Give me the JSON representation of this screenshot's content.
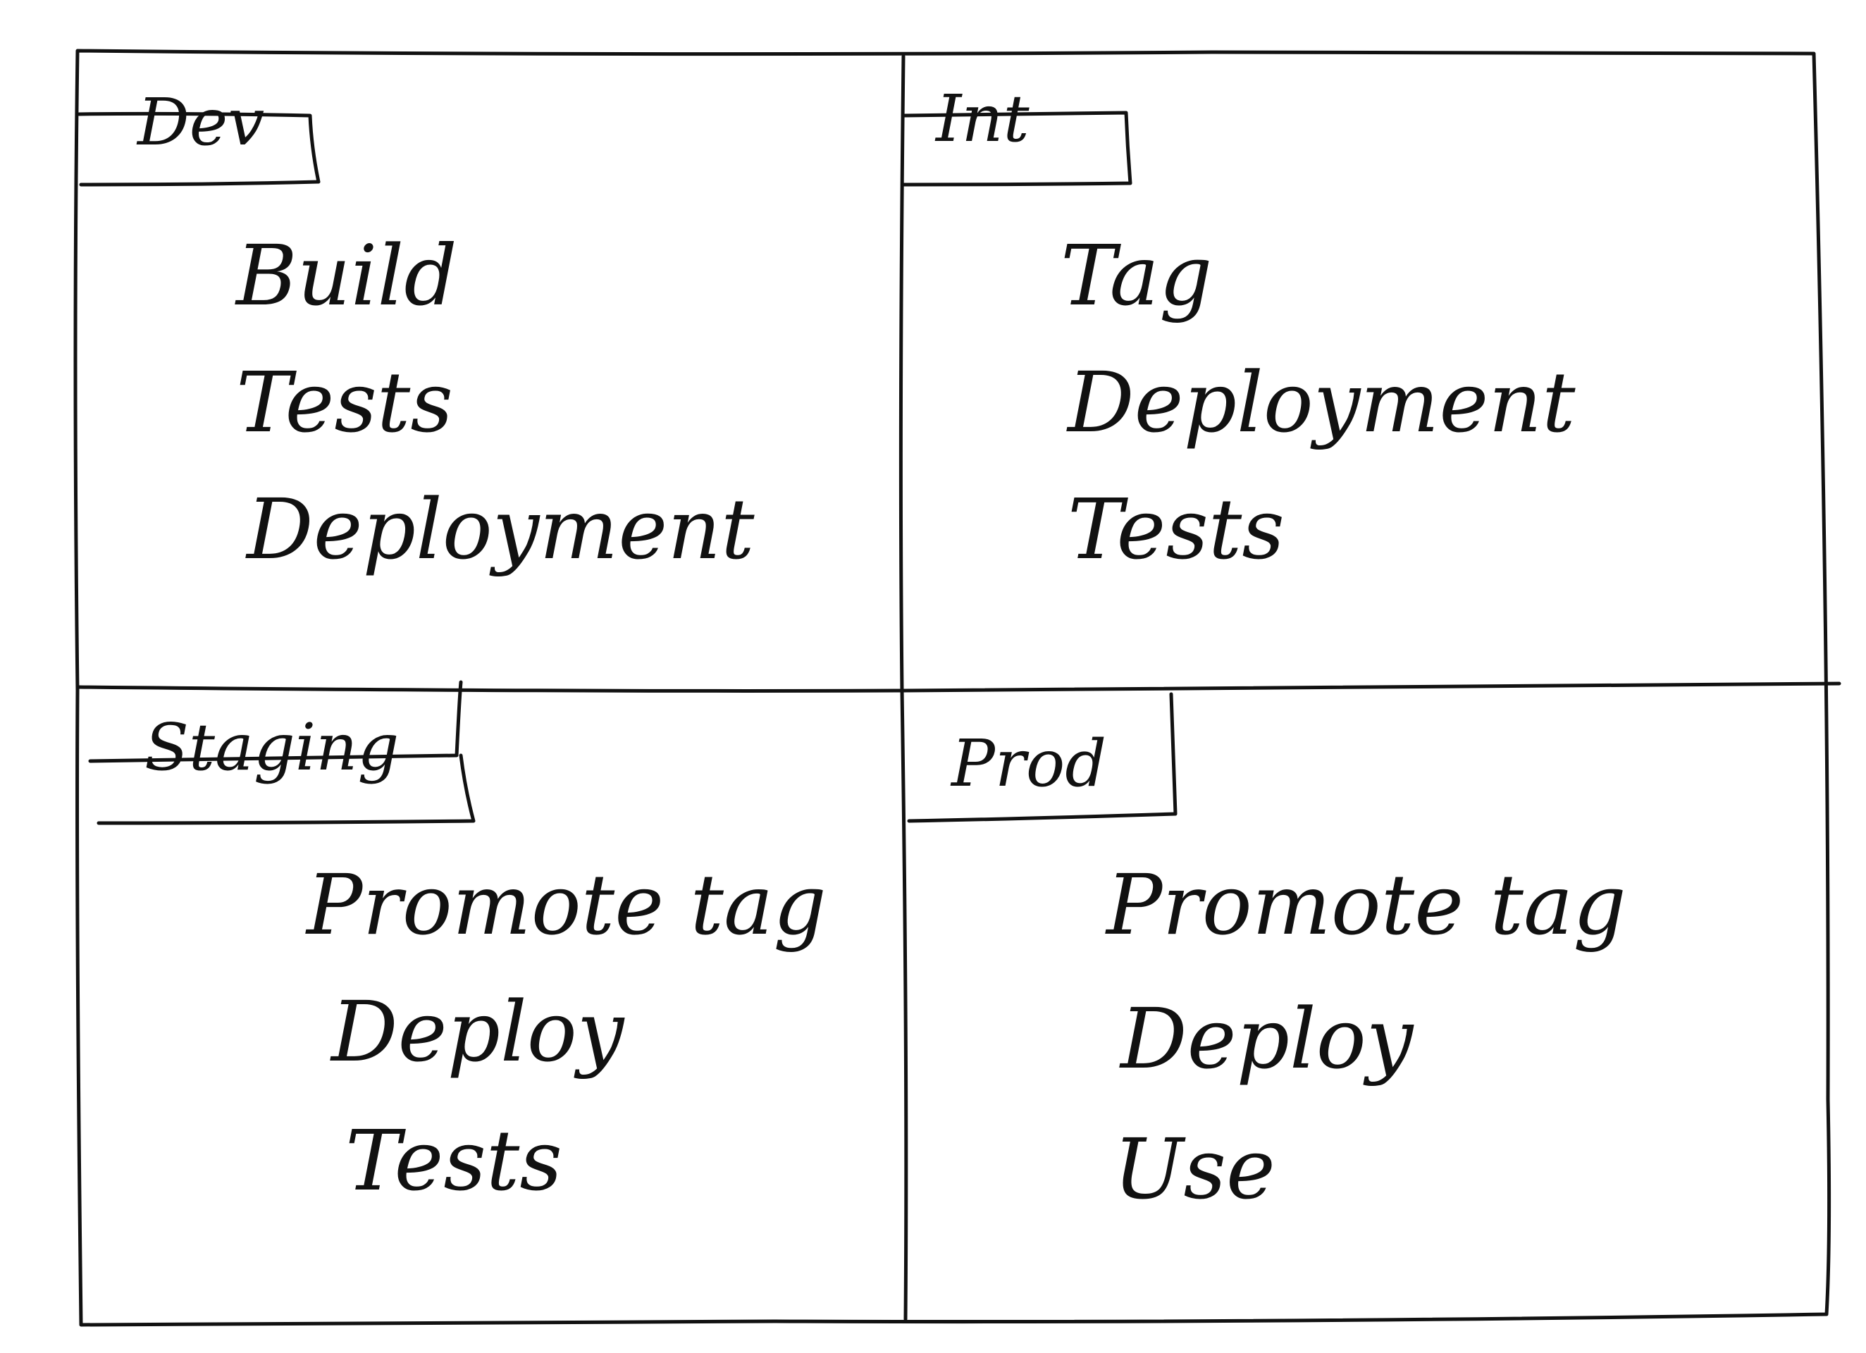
{
  "stages": [
    {
      "name": "Dev",
      "steps": [
        "Build",
        "Tests",
        "Deployment"
      ]
    },
    {
      "name": "Int",
      "steps": [
        "Tag",
        "Deployment",
        "Tests"
      ]
    },
    {
      "name": "Staging",
      "steps": [
        "Promote tag",
        "Deploy",
        "Tests"
      ]
    },
    {
      "name": "Prod",
      "steps": [
        "Promote tag",
        "Deploy",
        "Use"
      ]
    }
  ],
  "colors": {
    "ink": "#111111",
    "paper": "#ffffff"
  }
}
